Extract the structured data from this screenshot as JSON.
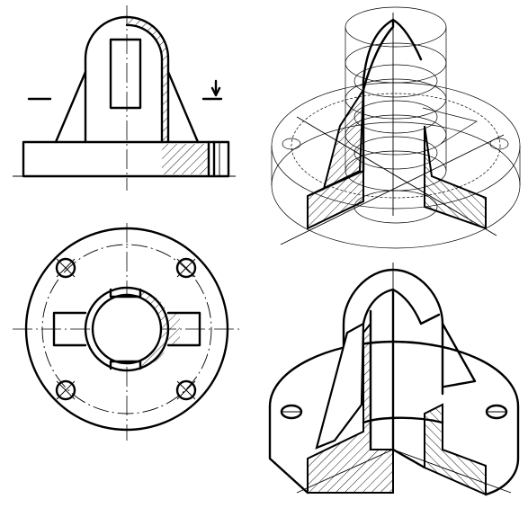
{
  "drawing": {
    "views": [
      {
        "id": "front",
        "kind": "front-view-half-section"
      },
      {
        "id": "top",
        "kind": "top-view"
      },
      {
        "id": "wire",
        "kind": "isometric-wireframe-quarter-cut"
      },
      {
        "id": "solid",
        "kind": "isometric-solid-quarter-cut"
      }
    ],
    "section_marker_left": "—",
    "section_marker_right": "—"
  },
  "colors": {
    "line": "#000000",
    "paper": "#ffffff"
  }
}
